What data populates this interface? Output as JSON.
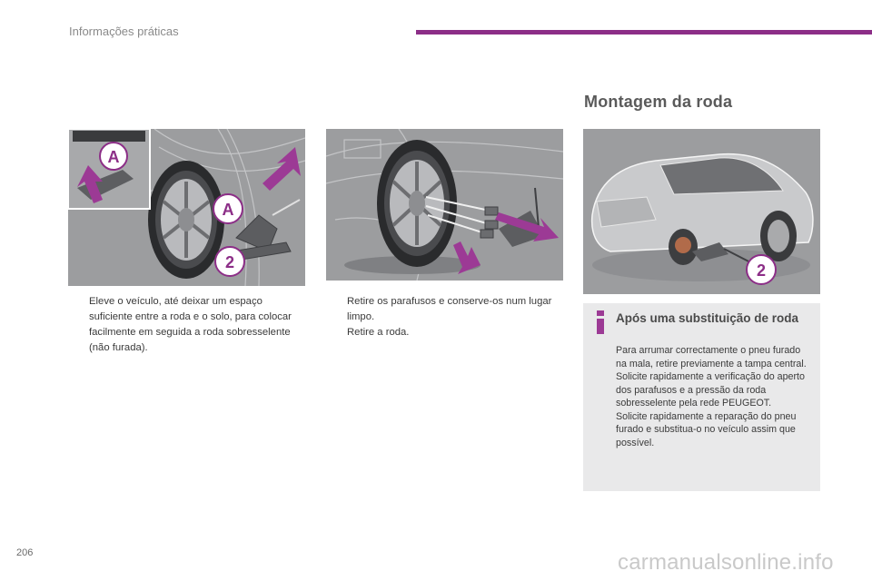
{
  "header": {
    "section": "Informações práticas",
    "accent_color": "#8c2e87"
  },
  "title": "Montagem da roda",
  "illustrations": {
    "first": {
      "callouts": [
        "A",
        "A",
        "2"
      ]
    },
    "second": {
      "callouts": []
    },
    "third": {
      "callouts": [
        "2"
      ]
    },
    "background_color": "#9c9d9f",
    "arrow_color": "#9c3a95"
  },
  "steps_left": [
    "Eleve o veículo, até deixar um espaço suficiente entre a roda e o solo, para colocar facilmente em seguida a roda sobresselente (não furada)."
  ],
  "steps_middle": [
    "Retire os parafusos e conserve-os num lugar limpo.",
    "Retire a roda."
  ],
  "bullet_glyph": "",
  "info": {
    "icon": "info-icon",
    "title": "Após uma substituição de roda",
    "body": [
      "Para arrumar correctamente o pneu furado na mala, retire previamente a tampa central.",
      "Solicite rapidamente a verificação do aperto dos parafusos e a pressão da roda sobresselente pela rede PEUGEOT.",
      "Solicite rapidamente a reparação do pneu furado e substitua-o no veículo assim que possível."
    ]
  },
  "page_number": "206",
  "watermark": "carmanualsonline.info"
}
